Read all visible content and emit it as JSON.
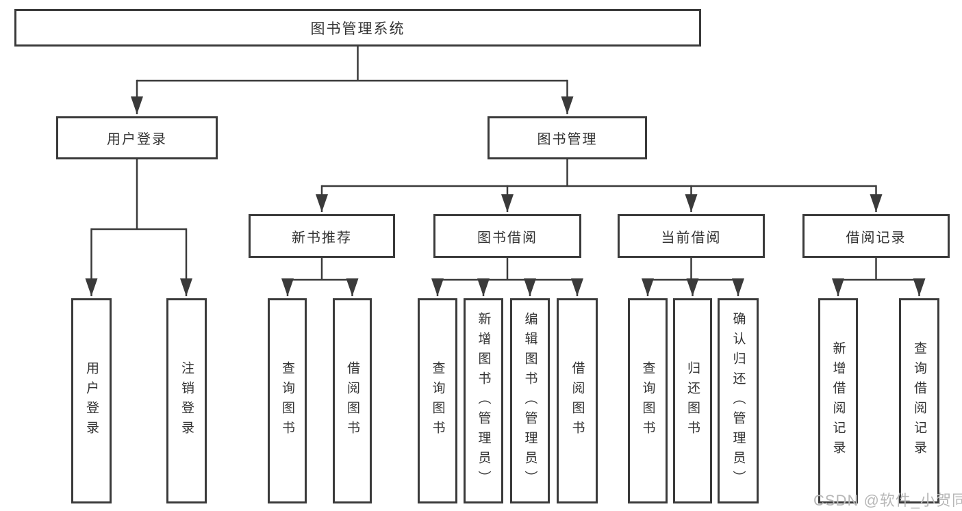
{
  "diagram": {
    "title": "图书管理系统",
    "branches": [
      {
        "label": "用户登录",
        "children": [
          "用户登录",
          "注销登录"
        ]
      },
      {
        "label": "图书管理",
        "sections": [
          {
            "label": "新书推荐",
            "children": [
              "查询图书",
              "借阅图书"
            ]
          },
          {
            "label": "图书借阅",
            "children": [
              "查询图书",
              "新增图书（管理员）",
              "编辑图书（管理员）",
              "借阅图书"
            ]
          },
          {
            "label": "当前借阅",
            "children": [
              "查询图书",
              "归还图书",
              "确认归还（管理员）"
            ]
          },
          {
            "label": "借阅记录",
            "children": [
              "新增借阅记录",
              "查询借阅记录"
            ]
          }
        ]
      }
    ]
  },
  "watermark": "CSDN @软件_小贺同学",
  "colors": {
    "line": "#3a3a3a",
    "text": "#333333",
    "watermark": "#b7b7b7",
    "background": "#ffffff"
  }
}
